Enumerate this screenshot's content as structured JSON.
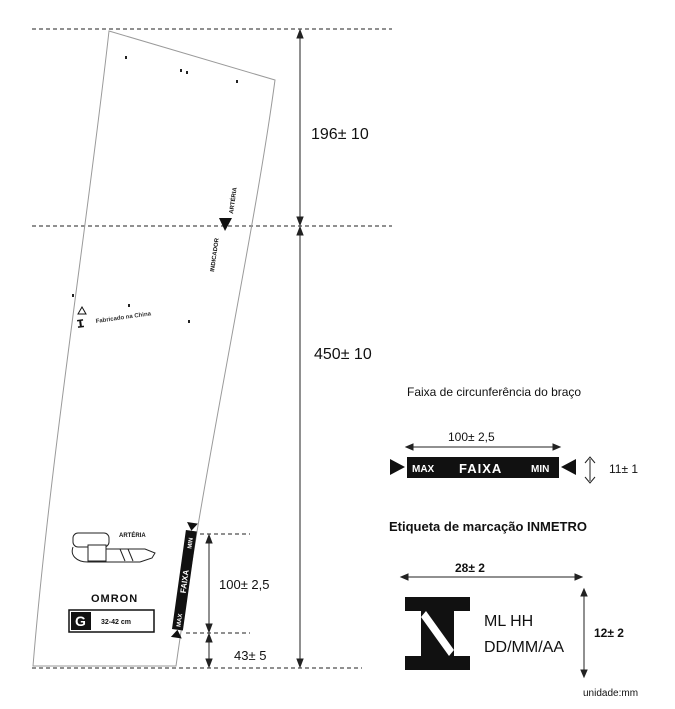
{
  "dimensions": {
    "top_segment": "196± 10",
    "main_segment": "450± 10",
    "band_length": "100± 2,5",
    "bottom_offset": "43± 5"
  },
  "cuff": {
    "indicator_label": "INDICADOR",
    "artery_label": "ARTÉRIA",
    "made_in": "Fabricado na China",
    "diagram_artery_label": "ARTÉRIA",
    "brand": "OMRON",
    "size_letter": "G",
    "size_range": "32-42 cm",
    "band_min": "MIN",
    "band_faixa": "FAIXA",
    "band_max": "MAX"
  },
  "range_section": {
    "title": "Faixa de circunferência do braço",
    "length": "100± 2,5",
    "height": "11± 1",
    "max": "MAX",
    "faixa": "FAIXA",
    "min": "MIN"
  },
  "inmetro": {
    "title": "Etiqueta de marcação INMETRO",
    "width": "28± 2",
    "height": "12± 2",
    "line1": "ML HH",
    "line2": "DD/MM/AA"
  },
  "unit": "unidade:mm"
}
